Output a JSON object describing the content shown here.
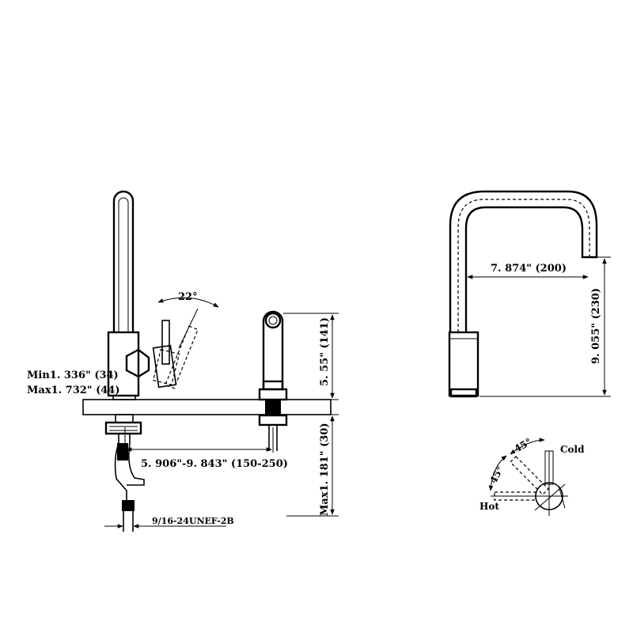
{
  "labels": {
    "handle_angle": "22°",
    "min_thickness": "Min1. 336\" (34)",
    "max_thickness": "Max1. 732\" (44)",
    "spray_height": "5. 55\" (141)",
    "spread": "5. 906\"-9. 843\" (150-250)",
    "max_shank": "Max1. 181\" (30)",
    "thread": "9/16-24UNEF-2B",
    "spout_reach": "7. 874\" (200)",
    "spout_height": "9. 055\" (230)",
    "cold": "Cold",
    "hot": "Hot",
    "angle_cold": "45°",
    "angle_hot": "45°"
  }
}
